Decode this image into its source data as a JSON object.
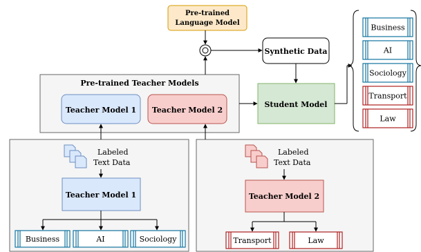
{
  "llm": {
    "line1": "Pre-trained",
    "line2": "Language Model"
  },
  "synthetic_data": "Synthetic Data",
  "teacher_group": {
    "title": "Pre-trained Teacher Models",
    "model1": "Teacher Model 1",
    "model2": "Teacher Model 2"
  },
  "student_model": "Student Model",
  "output_labels": [
    "Business",
    "AI",
    "Sociology",
    "Transport",
    "Law"
  ],
  "left_panel": {
    "data_line1": "Labeled",
    "data_line2": "Text Data",
    "model": "Teacher Model 1",
    "domains": [
      "Business",
      "AI",
      "Sociology"
    ]
  },
  "right_panel": {
    "data_line1": "Labeled",
    "data_line2": "Text Data",
    "model": "Teacher Model 2",
    "domains": [
      "Transport",
      "Law"
    ]
  },
  "colors": {
    "llm_fill": "#fde9c9",
    "llm_stroke": "#d79b00",
    "blue_fill": "#dae8fc",
    "blue_stroke": "#6c8ebf",
    "red_fill": "#f8cecc",
    "red_stroke": "#b85450",
    "green_fill": "#d5e8d4",
    "green_stroke": "#82b366",
    "panel_fill": "#f5f5f5",
    "panel_stroke": "#666666",
    "domain_blue": "#10739e",
    "domain_red": "#ae1e1e"
  }
}
